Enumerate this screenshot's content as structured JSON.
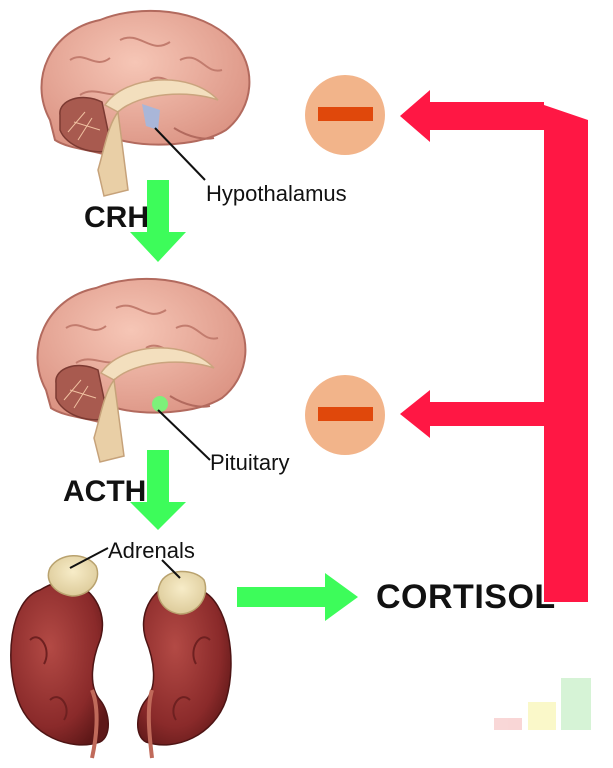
{
  "labels": {
    "hypothalamus": "Hypothalamus",
    "crh": "CRH",
    "pituitary": "Pituitary",
    "acth": "ACTH",
    "adrenals": "Adrenals",
    "cortisol": "CORTISOL"
  },
  "feedback": {
    "inhibit_symbol": "−"
  },
  "colors": {
    "feedback_red": "#ff1744",
    "stimulate_green": "#3dfc5a",
    "inhibit_circle": "#f2b48a",
    "inhibit_bar": "#e0480b"
  }
}
